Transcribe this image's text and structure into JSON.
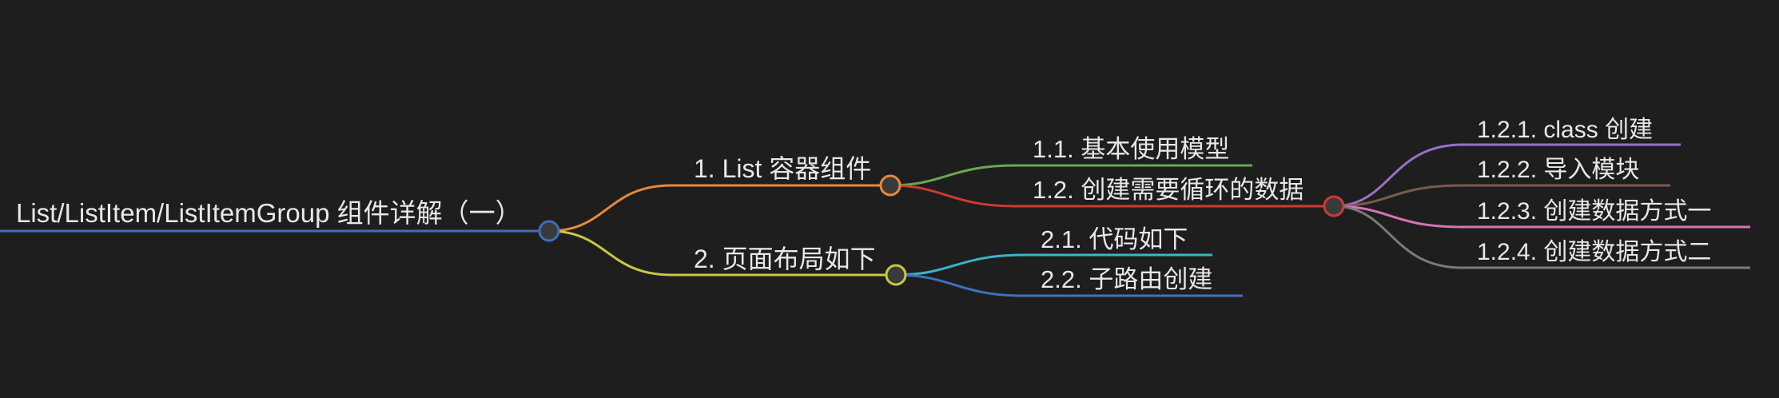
{
  "mindmap": {
    "root": {
      "label": "List/ListItem/ListItemGroup 组件详解（一）",
      "color": "#3d6fb6"
    },
    "branches": [
      {
        "label": "1. List 容器组件",
        "color": "#e8883a",
        "children": [
          {
            "label": "1.1. 基本使用模型",
            "color": "#6aa84f"
          },
          {
            "label": "1.2. 创建需要循环的数据",
            "color": "#cc3b33",
            "children": [
              {
                "label": "1.2.1. class 创建",
                "color": "#9b6fc9"
              },
              {
                "label": "1.2.2. 导入模块",
                "color": "#7b5a4e"
              },
              {
                "label": "1.2.3. 创建数据方式一",
                "color": "#d873b7"
              },
              {
                "label": "1.2.4. 创建数据方式二",
                "color": "#7a7a7a"
              }
            ]
          }
        ]
      },
      {
        "label": "2. 页面布局如下",
        "color": "#c8c844",
        "children": [
          {
            "label": "2.1. 代码如下",
            "color": "#3ab5c8"
          },
          {
            "label": "2.2. 子路由创建",
            "color": "#3d72c0"
          }
        ]
      }
    ],
    "background": "#1e1e1e",
    "node_fill": "#3a3a3a"
  }
}
